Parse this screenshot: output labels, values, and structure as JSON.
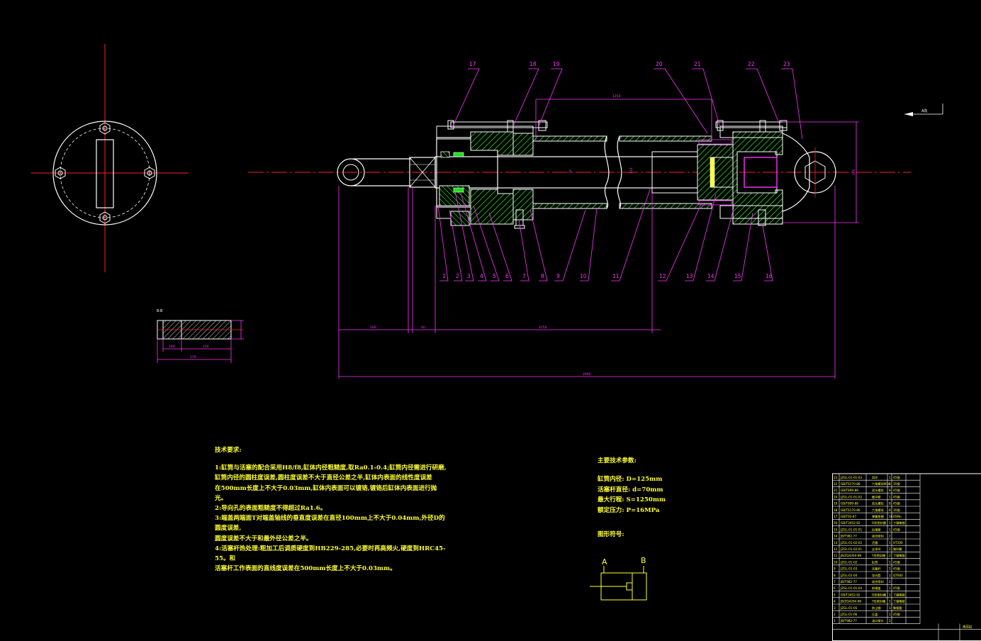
{
  "drawing": {
    "part_labels_top": [
      "17",
      "18",
      "19",
      "20",
      "21",
      "22",
      "23"
    ],
    "part_labels_bottom": [
      "1",
      "2",
      "3",
      "4",
      "5",
      "6",
      "7",
      "8",
      "9",
      "10",
      "11",
      "12",
      "13",
      "14",
      "15",
      "16"
    ],
    "view_label": "A向",
    "section_label": "B-B",
    "dims": {
      "top_span": "1250",
      "d1": "100",
      "d2": "40",
      "stroke": "1250",
      "total": "2000",
      "small_total": "270",
      "small_a": "100",
      "small_b": "150",
      "bore": "125",
      "rod": "70",
      "height": "200"
    },
    "colors": {
      "outline": "#ffffff",
      "center_line": "#ff2020",
      "leader": "#ff33ff",
      "hatch": "#22dd22",
      "text": "#ffff33",
      "background": "#000000"
    }
  },
  "tech_requirements": {
    "heading": "技术要求:",
    "lines": [
      "1:缸筒与活塞的配合采用H8/f8,缸体内径粗糙度,取Ra0.1-0.4;缸筒内径需进行研磨,",
      "缸筒内径的圆柱度误差,圆柱度误差不大于直径公差之半,缸体内表面的线性度误差",
      "在500mm长度上不大于0.03mm,缸体内表面可以镀铬,镀铬后缸体内表面进行抛光。",
      "2:导向孔的表面粗糙度不得超过Ra1.6。",
      "3:端盖两端面T对端盖轴线的垂直度误差在直径100mm上不大于0.04mm,外径D的圆度误差,",
      "圆度误差不大于和最外径公差之半。",
      "4:活塞杆热处理:粗加工后调质硬度到HB229-285,必要时再高频火,硬度到HRC45-55。和",
      "活塞杆工作表面的直线度误差在500mm长度上不大于0.03mm。"
    ]
  },
  "parameters": {
    "heading": "主要技术参数:",
    "lines": [
      "缸筒内径: D=125mm",
      "活塞杆直径: d=70mm",
      "最大行程: S=1250mm",
      "额定压力: P=16MPa"
    ],
    "symbol_heading": "图形符号:",
    "port_a": "A",
    "port_b": "B"
  },
  "bom": {
    "rows": [
      [
        "23",
        "JZGL-01-01-03",
        "耳环",
        "1",
        "45钢",
        ""
      ],
      [
        "22",
        "GB/T6170-86",
        "六角螺母M24",
        "8",
        "35钢",
        ""
      ],
      [
        "21",
        "GB/T899-88",
        "双头螺柱",
        "8",
        "45钢",
        ""
      ],
      [
        "20",
        "JZGL-01-01-02",
        "缓冲套",
        "1",
        "45钢",
        ""
      ],
      [
        "19",
        "GB/T899-88",
        "双头螺柱",
        "8",
        "45钢",
        ""
      ],
      [
        "18",
        "GB/T6170-86",
        "六角螺母",
        "8",
        "35钢",
        ""
      ],
      [
        "17",
        "GB/T93-87",
        "弹簧垫圈",
        "16",
        "65Mn",
        ""
      ],
      [
        "16",
        "GB/T3452-92",
        "O形密封圈",
        "1",
        "丁腈橡胶",
        ""
      ],
      [
        "15",
        "JZGL-01-01-01",
        "后端盖",
        "1",
        "45钢",
        ""
      ],
      [
        "14",
        "JB/T982-77",
        "组合密封",
        "2",
        "",
        ""
      ],
      [
        "13",
        "JZGL-01-02-02",
        "活塞",
        "1",
        "HT200",
        ""
      ],
      [
        "12",
        "JZGL-01-02-01",
        "支承环",
        "2",
        "聚四氟",
        ""
      ],
      [
        "11",
        "JB/ZQ4264-86",
        "Y形密封圈",
        "2",
        "丁腈橡胶",
        ""
      ],
      [
        "10",
        "JZGL-01-02",
        "缸筒",
        "1",
        "45钢",
        ""
      ],
      [
        "9",
        "JZGL-01-03",
        "活塞杆",
        "1",
        "45钢",
        ""
      ],
      [
        "8",
        "JZGL-01-04",
        "导向套",
        "1",
        "QT600",
        ""
      ],
      [
        "7",
        "JB/T982-77",
        "组合密封",
        "2",
        "",
        ""
      ],
      [
        "6",
        "JZGL-01-01-04",
        "前端盖",
        "1",
        "45钢",
        ""
      ],
      [
        "5",
        "GB/T3452-92",
        "O形密封圈",
        "1",
        "丁腈橡胶",
        ""
      ],
      [
        "4",
        "JB/ZQ4264-86",
        "Y形密封圈",
        "1",
        "丁腈橡胶",
        ""
      ],
      [
        "3",
        "JZGL-01-05",
        "防尘圈",
        "1",
        "聚氨酯",
        ""
      ],
      [
        "2",
        "JZGL-01-06",
        "压盖",
        "1",
        "45钢",
        ""
      ],
      [
        "1",
        "JB/T982-77",
        "油口接头",
        "2",
        "",
        ""
      ]
    ],
    "title": "液压缸"
  }
}
